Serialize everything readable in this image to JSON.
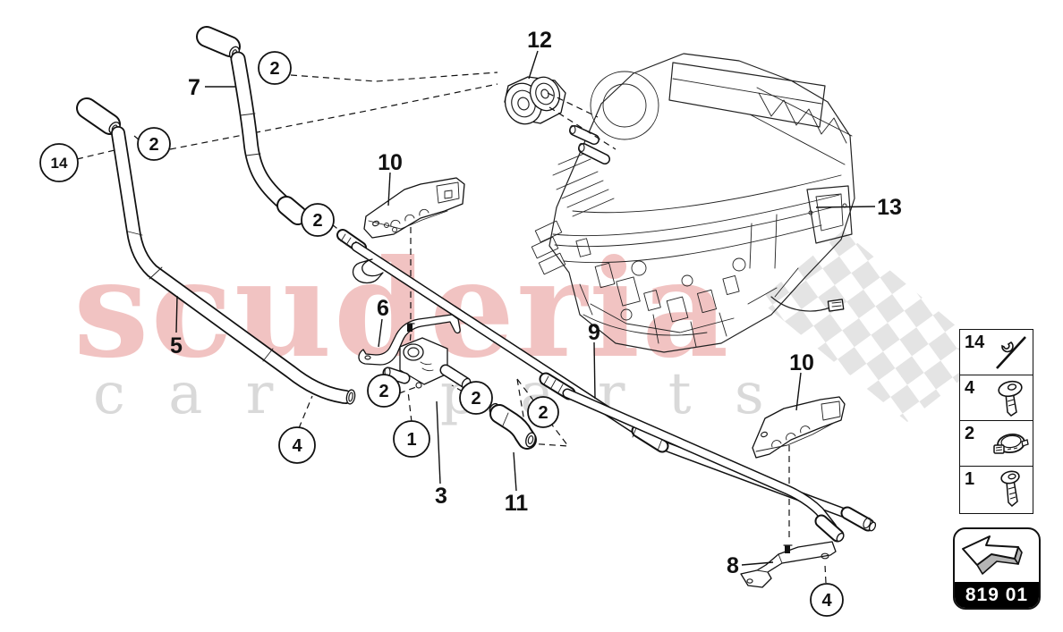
{
  "watermark": {
    "brand_word": "scuderia",
    "sub_words": {
      "first": "c a r",
      "second": "p a r t s"
    },
    "brand_color": "#d9534f",
    "sub_color": "#d9d9d9",
    "checker_color": "#e4e4e4"
  },
  "callouts": {
    "c2a": "2",
    "c14": "14",
    "c2b": "2",
    "c2c": "2",
    "c2d": "2",
    "c1": "1",
    "c2e": "2",
    "c2f": "2",
    "c4a": "4",
    "c4b": "4"
  },
  "labels": {
    "l7": "7",
    "l12": "12",
    "l10a": "10",
    "l13": "13",
    "l5": "5",
    "l6": "6",
    "l9": "9",
    "l3": "3",
    "l11": "11",
    "l10b": "10",
    "l8": "8"
  },
  "legend": {
    "rows": [
      {
        "number": "14",
        "icon": "cable-tie-icon"
      },
      {
        "number": "4",
        "icon": "screw-short-icon"
      },
      {
        "number": "2",
        "icon": "hose-clamp-icon"
      },
      {
        "number": "1",
        "icon": "screw-long-icon"
      }
    ]
  },
  "part_group": {
    "code": "819 01",
    "icon": "arrow-up-left-icon"
  }
}
